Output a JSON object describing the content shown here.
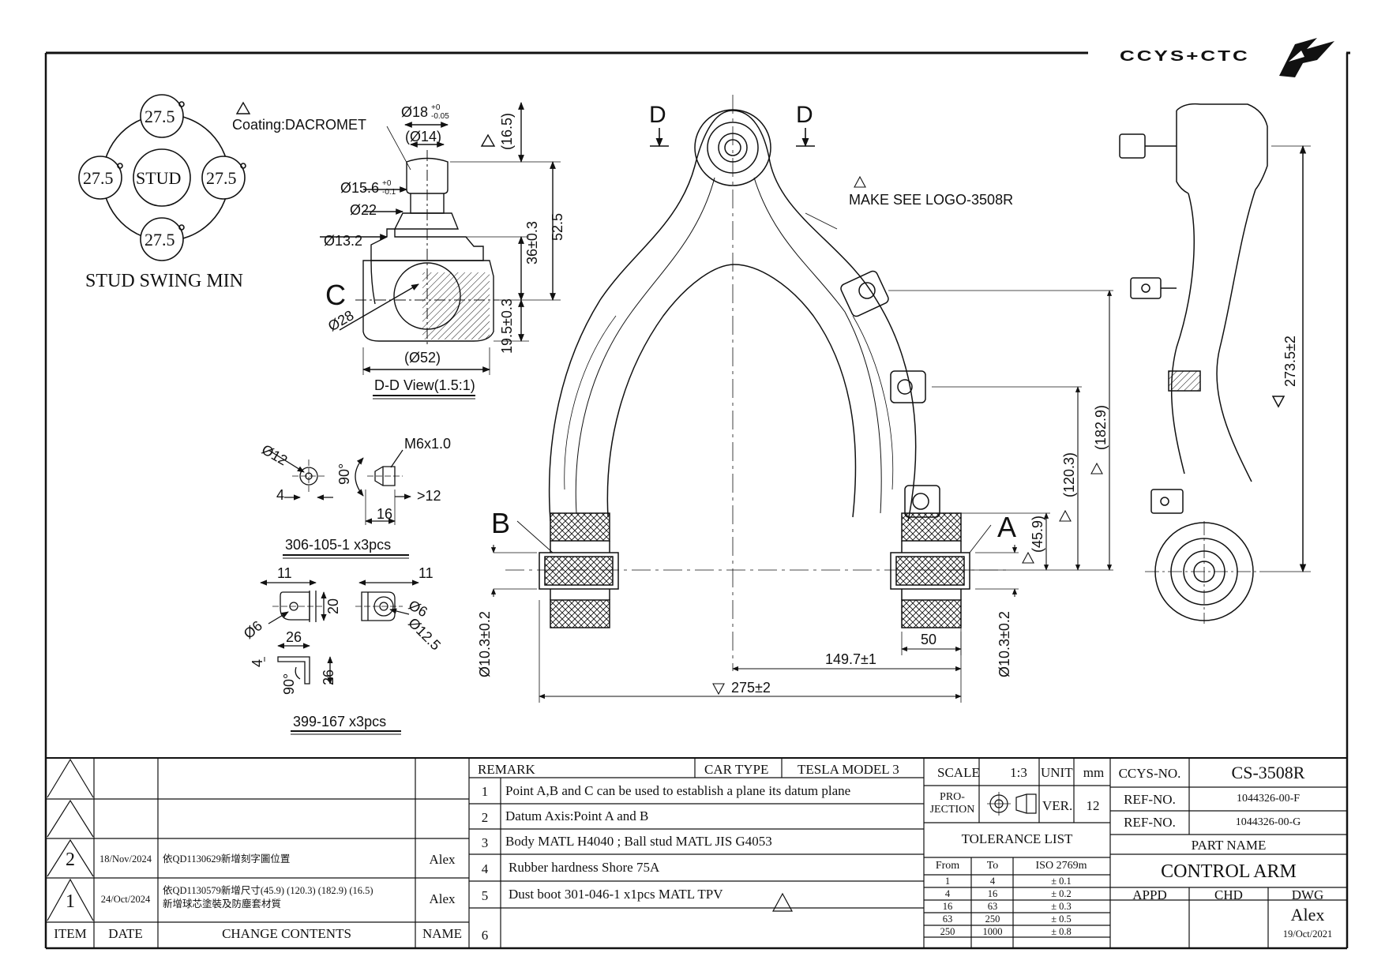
{
  "logo": {
    "text": "CCYS+CTC"
  },
  "views": {
    "stud_swing": {
      "angle": "27.5",
      "center_label": "STUD",
      "caption": "STUD SWING MIN"
    },
    "dd_view": {
      "coating": "Coating:DACROMET",
      "dims": {
        "d18": "Ø18",
        "d18_tol_upper": "+0",
        "d18_tol_lower": "-0.05",
        "d14": "(Ø14)",
        "d15_6": "Ø15.6",
        "d15_6_tol_upper": "+0",
        "d15_6_tol_lower": "-0.1",
        "d22": "Ø22",
        "d13_2": "Ø13.2",
        "d28": "Ø28",
        "d52": "(Ø52)",
        "h16_5": "(16.5)",
        "h36": "36±0.3",
        "h52_5": "52.5",
        "h19_5": "19.5±0.3"
      },
      "section_letter": "C",
      "caption": "D-D View(1.5:1)"
    },
    "part_306": {
      "d12": "Ø12",
      "w4": "4",
      "a90": "90°",
      "thread": "M6x1.0",
      "l16": "16",
      "gt12": ">12",
      "caption": "306-105-1 x3pcs"
    },
    "part_399": {
      "w11a": "11",
      "w11b": "11",
      "h20": "20",
      "d6a": "Ø6",
      "d6b": "Ø6",
      "d12_5": "Ø12.5",
      "w26": "26",
      "t4": "4",
      "a90": "90°",
      "h26": "26",
      "caption": "399-167 x3pcs"
    },
    "main_view": {
      "section_d": "D",
      "point_b": "B",
      "point_a": "A",
      "logo_note": "MAKE SEE LOGO-3508R",
      "dims": {
        "d10_3_left": "Ø10.3±0.2",
        "d10_3_right": "Ø10.3±0.2",
        "w50": "50",
        "w149_7": "149.7±1",
        "w275": "275±2",
        "h45_9": "(45.9)",
        "h120_3": "(120.3)",
        "h182_9": "(182.9)"
      }
    },
    "side_view": {
      "h273_5": "273.5±2"
    }
  },
  "revision_table": {
    "header": {
      "item": "ITEM",
      "date": "DATE",
      "change": "CHANGE CONTENTS",
      "name": "NAME"
    },
    "rows": [
      {
        "item": "",
        "date": "",
        "change": "",
        "name": ""
      },
      {
        "item": "",
        "date": "",
        "change": "",
        "name": ""
      },
      {
        "item": "2",
        "date": "18/Nov/2024",
        "change": "依QD1130629新增刻字圖位置",
        "name": "Alex"
      },
      {
        "item": "1",
        "date": "24/Oct/2024",
        "change_line1": "依QD1130579新增尺寸(45.9) (120.3) (182.9) (16.5)",
        "change_line2": "新增球芯塗裝及防塵套材質",
        "name": "Alex"
      }
    ]
  },
  "remarks": {
    "label": "REMARK",
    "car_type_label": "CAR TYPE",
    "car_type": "TESLA MODEL 3",
    "items": [
      {
        "no": "1",
        "text": "Point A,B and C can be used to establish a plane its datum plane"
      },
      {
        "no": "2",
        "text": "Datum Axis:Point A and B"
      },
      {
        "no": "3",
        "text": "Body MATL H4040 ; Ball stud MATL JIS G4053"
      },
      {
        "no": "4",
        "text": "Rubber hardness Shore 75A"
      },
      {
        "no": "5",
        "text": "Dust boot 301-046-1 x1pcs MATL TPV"
      },
      {
        "no": "6",
        "text": ""
      }
    ]
  },
  "title_block": {
    "scale_label": "SCALE",
    "scale": "1:3",
    "unit_label": "UNIT",
    "unit": "mm",
    "projection_label_1": "PRO-",
    "projection_label_2": "JECTION",
    "ver_label": "VER.",
    "ver": "12",
    "tolerance": {
      "title": "TOLERANCE LIST",
      "headers": {
        "from": "From",
        "to": "To",
        "iso": "ISO 2769m"
      },
      "rows": [
        {
          "from": "1",
          "to": "4",
          "tol": "± 0.1"
        },
        {
          "from": "4",
          "to": "16",
          "tol": "± 0.2"
        },
        {
          "from": "16",
          "to": "63",
          "tol": "± 0.3"
        },
        {
          "from": "63",
          "to": "250",
          "tol": "± 0.5"
        },
        {
          "from": "250",
          "to": "1000",
          "tol": "± 0.8"
        }
      ]
    },
    "ccys_no_label": "CCYS-NO.",
    "ccys_no": "CS-3508R",
    "ref_no_label": "REF-NO.",
    "ref_no_1": "1044326-00-F",
    "ref_no_2": "1044326-00-G",
    "part_name_label": "PART NAME",
    "part_name": "CONTROL ARM",
    "appd_label": "APPD",
    "chd_label": "CHD",
    "dwg_label": "DWG",
    "dwg_by": "Alex",
    "dwg_date": "19/Oct/2021"
  }
}
